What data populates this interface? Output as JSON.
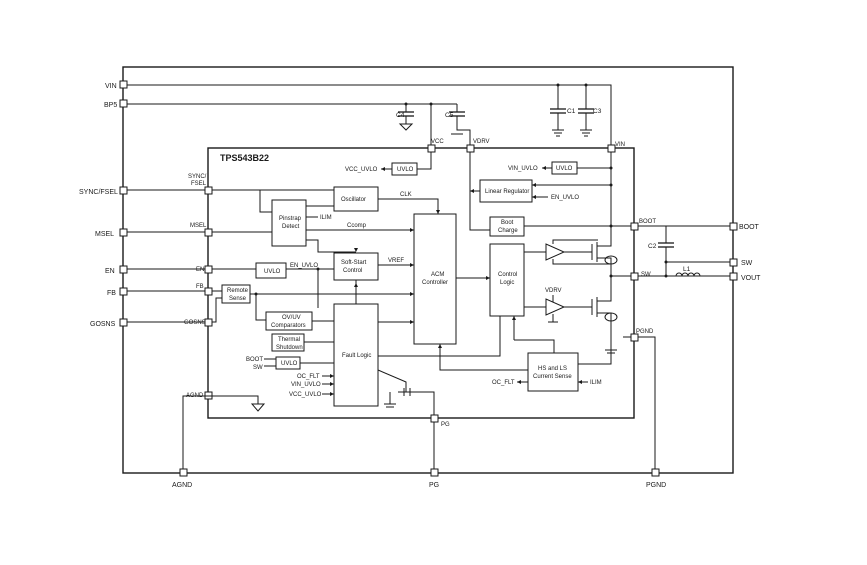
{
  "chip_title": "TPS543B22",
  "pins": {
    "vin": "VIN",
    "bp5": "BP5",
    "sync_fsel": "SYNC/FSEL",
    "msel": "MSEL",
    "en": "EN",
    "fb": "FB",
    "gosns": "GOSNS",
    "agnd": "AGND",
    "pg": "PG",
    "pgnd": "PGND",
    "boot": "BOOT",
    "sw": "SW",
    "vout": "VOUT"
  },
  "internal_pins": {
    "vcc": "VCC",
    "vdrv": "VDRV",
    "vin": "VIN",
    "sync": "SYNC/",
    "fsel": "FSEL",
    "msel": "MSEL",
    "en": "EN",
    "fb": "FB",
    "gosns": "GOSNS",
    "agnd": "AGND",
    "pg": "PG",
    "pgnd": "PGND",
    "boot": "BOOT",
    "sw": "SW"
  },
  "components": {
    "c4": "C4",
    "c5": "C5",
    "c1": "C1",
    "c3": "C3",
    "c2": "C2",
    "l1": "L1"
  },
  "blocks": {
    "uvlo": "UVLO",
    "pinstrap": [
      "Pinstrap",
      "Detect"
    ],
    "oscillator": "Oscillator",
    "soft_start": [
      "Soft-Start",
      "Control"
    ],
    "remote_sense": [
      "Remote",
      "Sense"
    ],
    "ov_uv": [
      "OV/UV",
      "Comparators"
    ],
    "thermal": [
      "Thermal",
      "Shutdown"
    ],
    "fault_logic": "Fault Logic",
    "acm": [
      "ACM",
      "Controller"
    ],
    "control_logic": [
      "Control",
      "Logic"
    ],
    "linear_regulator": "Linear Regulator",
    "boot_charge": [
      "Boot",
      "Charge"
    ],
    "hs_ls": [
      "HS and LS",
      "Current Sense"
    ]
  },
  "signals": {
    "vcc_uvlo": "VCC_UVLO",
    "vin_uvlo": "VIN_UVLO",
    "en_uvlo": "EN_UVLO",
    "ilim": "ILIM",
    "clk": "CLK",
    "ccomp": "Ccomp",
    "en_uvlo2": "EN_UVLO",
    "vref": "VREF",
    "vdrv": "VDRV",
    "boot": "BOOT",
    "sw": "SW",
    "oc_flt": "OC_FLT",
    "vin_uvlo2": "VIN_UVLO",
    "vcc_uvlo2": "VCC_UVLO",
    "oc_flt2": "OC_FLT",
    "ilim2": "ILIM"
  }
}
